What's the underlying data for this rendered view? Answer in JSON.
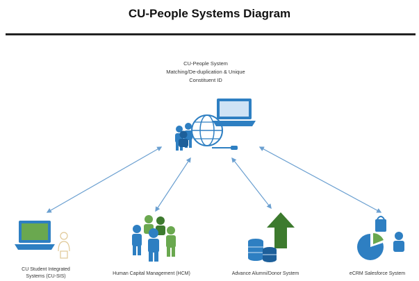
{
  "title": "CU-People Systems Diagram",
  "center": {
    "lines": [
      "CU-People System",
      "Matching/De-duplication & Unique",
      "Constituent ID"
    ],
    "icon": "people-globe-laptop-icon"
  },
  "nodes": [
    {
      "id": "cu-sis",
      "lines": [
        "CU Student Integrated",
        "Systems (CU-SIS)"
      ],
      "icon": "laptop-student-icon"
    },
    {
      "id": "hcm",
      "lines": [
        "Human Capital Management (HCM)"
      ],
      "icon": "people-group-icon"
    },
    {
      "id": "advance",
      "lines": [
        "Advance Alumni/Donor System"
      ],
      "icon": "coins-growth-arrow-icon"
    },
    {
      "id": "crm",
      "lines": [
        "eCRM Salesforce System"
      ],
      "icon": "pie-chart-person-icon"
    }
  ],
  "colors": {
    "blue": "#2e7fc2",
    "green": "#6aa84f",
    "darkgreen": "#3d7a2e",
    "arrow": "#6a9fd0"
  }
}
